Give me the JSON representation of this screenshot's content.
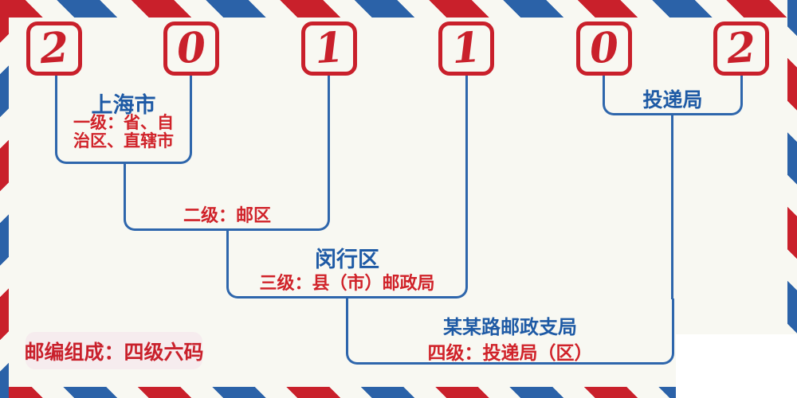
{
  "diagram": {
    "title_meaning": "postal-code-structure",
    "postal_code_digits": [
      "2",
      "0",
      "1",
      "1",
      "0",
      "2"
    ],
    "nodes": {
      "level1_name": "上海市",
      "level1_desc_line1": "一级：省、自",
      "level1_desc_line2": "治区、直辖市",
      "level2_desc": "二级：邮区",
      "level3_name": "闵行区",
      "level3_desc": "三级：县（市）邮政局",
      "level4_name": "某某路邮政支局",
      "level4_desc": "四级：投递局（区）",
      "delivery_name": "投递局",
      "badge_text": "邮编组成：四级六码"
    },
    "colors": {
      "red": "#c9202b",
      "blue_line": "#2e66ac",
      "blue_text": "#1e5aa5",
      "blue_stripe": "#2b62a8",
      "background": "#f8f8f2",
      "badge_background": "#f6ecee",
      "corner_patch": "#ffffff"
    }
  }
}
